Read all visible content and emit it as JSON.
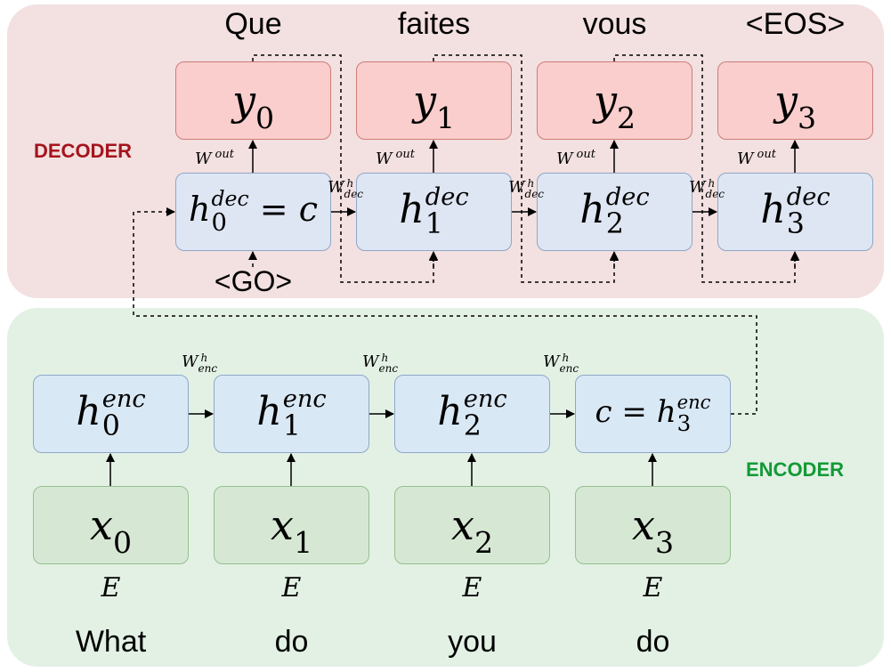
{
  "decoder": {
    "label": "DECODER",
    "label_color": "#a5141c",
    "panel_color": "#f3e0e0",
    "outputs": [
      {
        "sym": "y",
        "idx": "0",
        "word": "Que"
      },
      {
        "sym": "y",
        "idx": "1",
        "word": "faites"
      },
      {
        "sym": "y",
        "idx": "2",
        "word": "vous"
      },
      {
        "sym": "y",
        "idx": "3",
        "word": "<EOS>"
      }
    ],
    "states": [
      {
        "sym": "h",
        "idx": "0",
        "sup": "dec",
        "suffix": "= c"
      },
      {
        "sym": "h",
        "idx": "1",
        "sup": "dec"
      },
      {
        "sym": "h",
        "idx": "2",
        "sup": "dec"
      },
      {
        "sym": "h",
        "idx": "3",
        "sup": "dec"
      }
    ],
    "go_token": "<GO>",
    "w_out": {
      "base": "W",
      "sup": "out"
    },
    "w_h": {
      "base": "W",
      "sup": "h",
      "sub": "dec"
    }
  },
  "encoder": {
    "label": "ENCODER",
    "label_color": "#139a36",
    "panel_color": "#e3f1e5",
    "states": [
      {
        "sym": "h",
        "idx": "0",
        "sup": "enc"
      },
      {
        "sym": "h",
        "idx": "1",
        "sup": "enc"
      },
      {
        "sym": "h",
        "idx": "2",
        "sup": "enc"
      },
      {
        "sym": "h",
        "idx": "3",
        "sup": "enc",
        "prefix": "c ="
      }
    ],
    "inputs": [
      {
        "sym": "x",
        "idx": "0",
        "embedding": "E",
        "word": "What"
      },
      {
        "sym": "x",
        "idx": "1",
        "embedding": "E",
        "word": "do"
      },
      {
        "sym": "x",
        "idx": "2",
        "embedding": "E",
        "word": "you"
      },
      {
        "sym": "x",
        "idx": "3",
        "embedding": "E",
        "word": "do"
      }
    ],
    "w_h": {
      "base": "W",
      "sup": "h",
      "sub": "enc"
    }
  }
}
